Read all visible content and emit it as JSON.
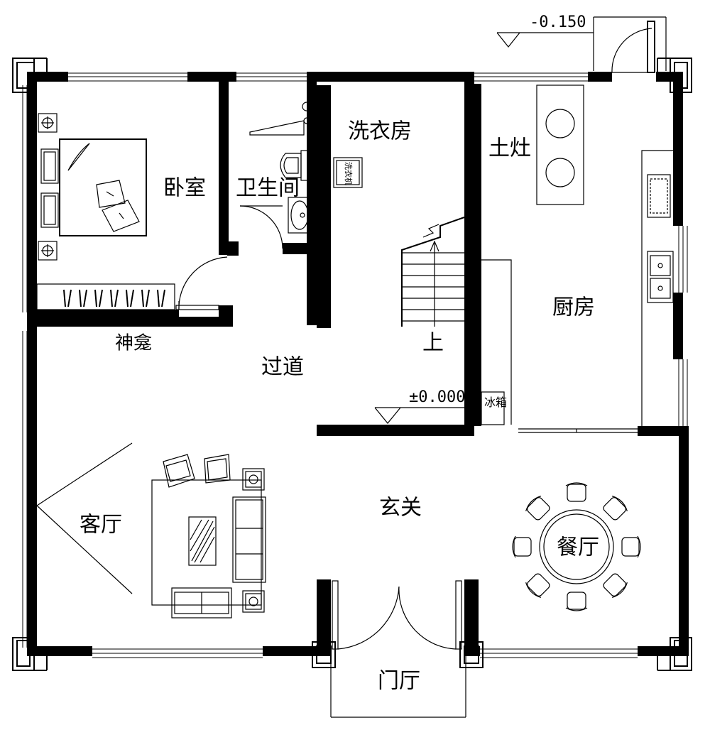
{
  "rooms": {
    "bedroom": "卧室",
    "bathroom": "卫生间",
    "laundry": "洗衣房",
    "stove": "土灶",
    "kitchen": "厨房",
    "shrine": "神龛",
    "corridor": "过道",
    "living_room": "客厅",
    "foyer": "玄关",
    "dining_room": "餐厅",
    "entrance_hall": "门厅"
  },
  "annotations": {
    "stair_up": "上",
    "elevation_outside": "-0.150",
    "elevation_floor": "±0.000",
    "washing_machine": "洗衣机",
    "fridge": "冰箱"
  }
}
